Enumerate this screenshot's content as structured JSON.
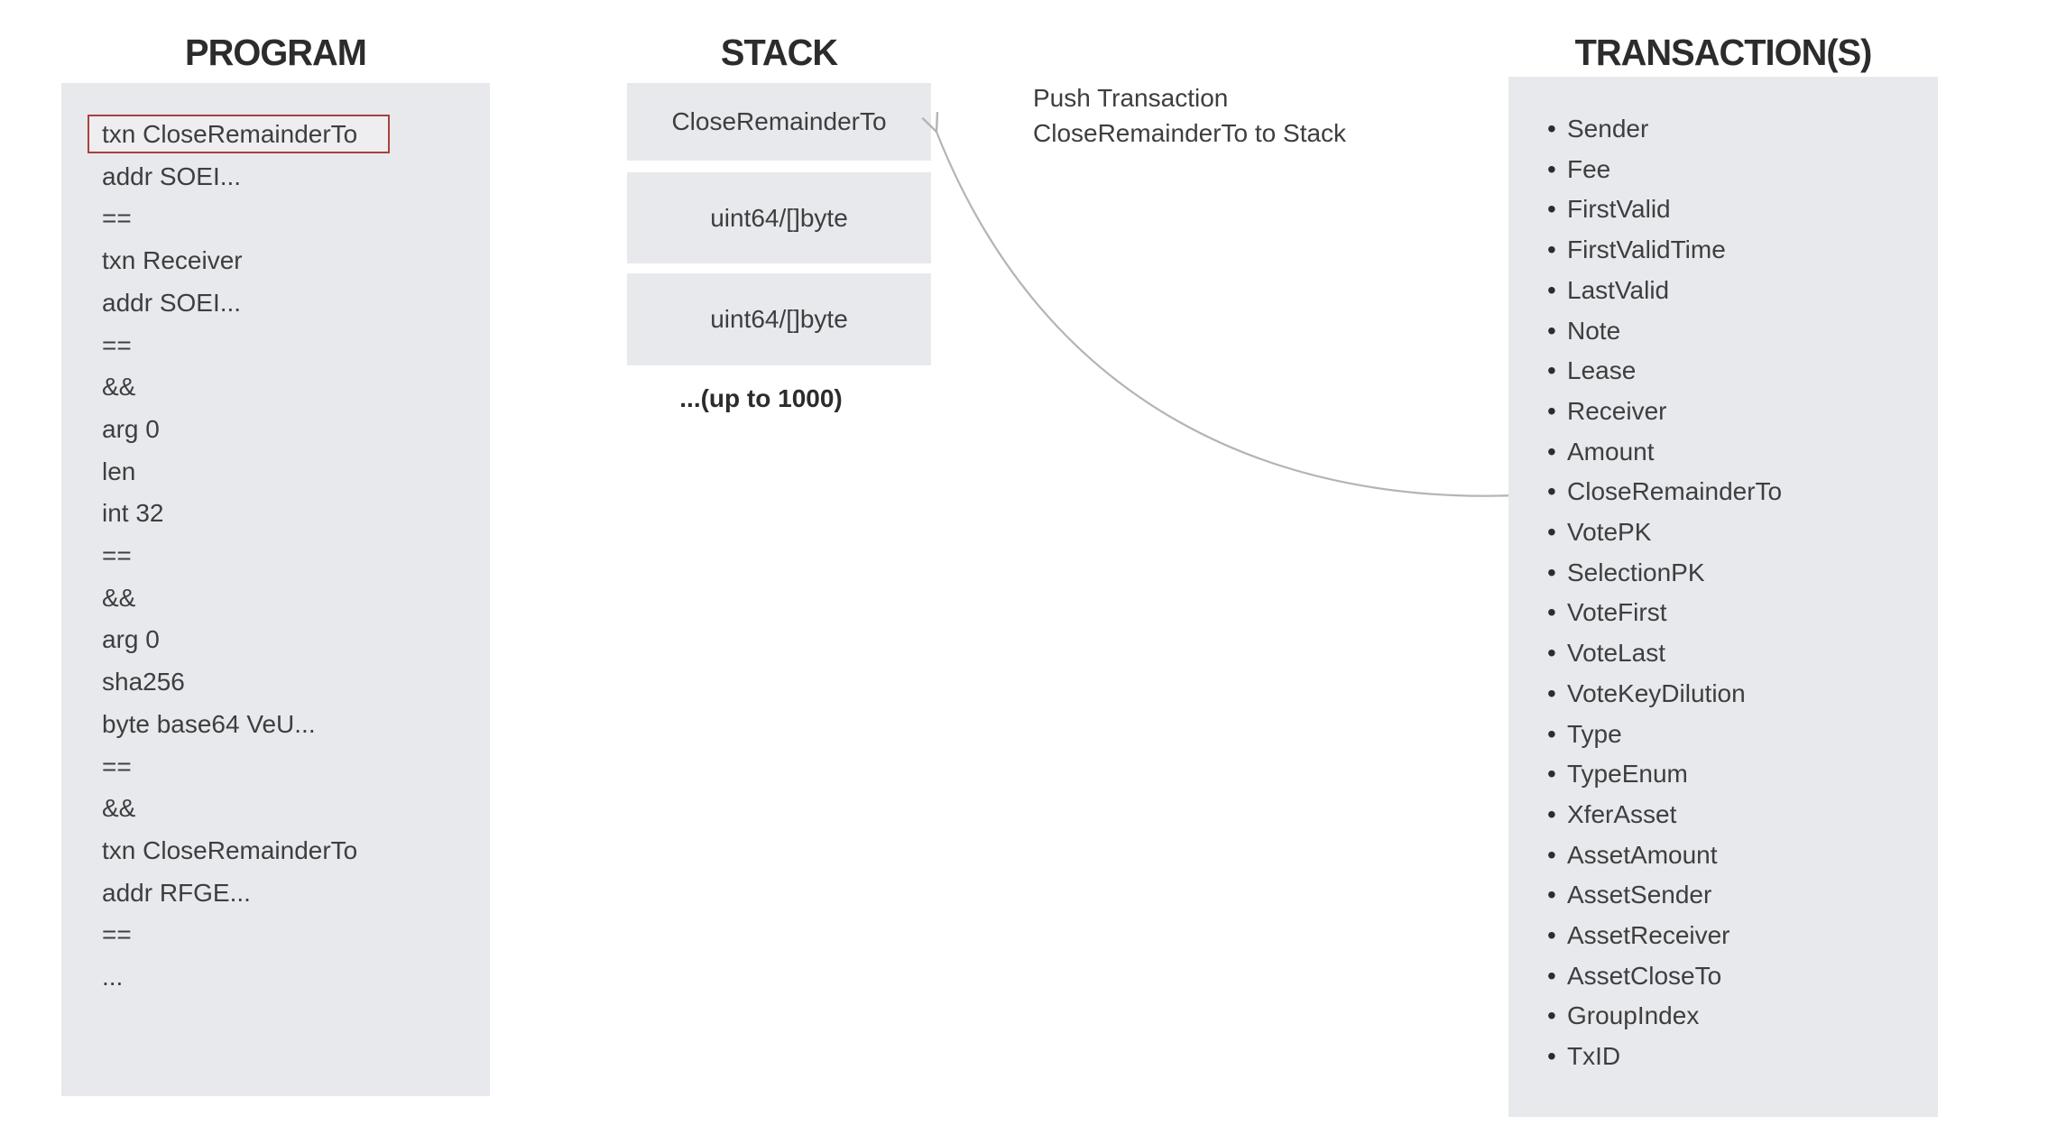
{
  "diagram": "TEAL program evaluation diagram",
  "columns": {
    "program": {
      "title": "PROGRAM",
      "highlight_index": 0,
      "lines": [
        "txn CloseRemainderTo",
        "addr SOEI...",
        "==",
        "txn Receiver",
        "addr SOEI...",
        "==",
        "&&",
        "arg 0",
        "len",
        "int 32",
        "==",
        "&&",
        "arg 0",
        "sha256",
        "byte base64 VeU...",
        "==",
        "&&",
        "txn CloseRemainderTo",
        "addr RFGE...",
        "==",
        "..."
      ]
    },
    "stack": {
      "title": "STACK",
      "boxes": [
        "CloseRemainderTo",
        "uint64/[]byte",
        "uint64/[]byte"
      ],
      "caption": "...(up to 1000)"
    },
    "transactions": {
      "title": "TRANSACTION(S)",
      "fields": [
        "Sender",
        "Fee",
        "FirstValid",
        "FirstValidTime",
        "LastValid",
        "Note",
        "Lease",
        "Receiver",
        "Amount",
        "CloseRemainderTo",
        "VotePK",
        "SelectionPK",
        "VoteFirst",
        "VoteLast",
        "VoteKeyDilution",
        "Type",
        "TypeEnum",
        "XferAsset",
        "AssetAmount",
        "AssetSender",
        "AssetReceiver",
        "AssetCloseTo",
        "GroupIndex",
        "TxID"
      ]
    }
  },
  "annotation": {
    "line1": "Push Transaction",
    "line2": "CloseRemainderTo to Stack"
  },
  "colors": {
    "panel_gray": "#e8e9ec",
    "body_text": "#3e3e40",
    "title_text": "#2c2c2e",
    "highlight_red": "#a8423c",
    "arrow_gray": "#b4b4b6",
    "background": "#ffffff"
  }
}
